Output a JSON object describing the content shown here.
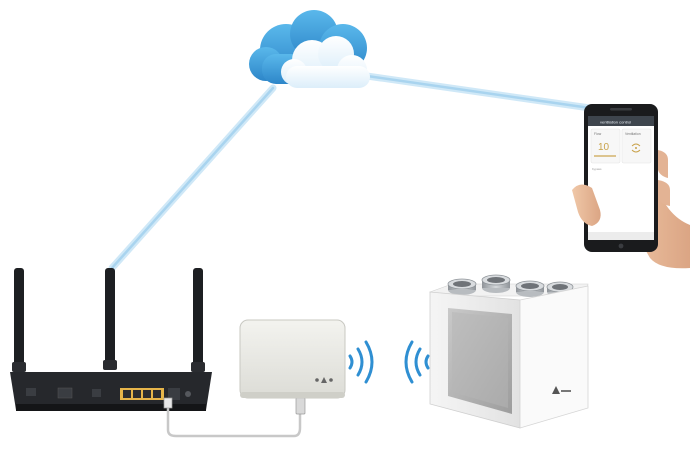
{
  "phone": {
    "app_title": "ventilation control",
    "card_left_label": "Flow",
    "card_left_value": "10",
    "card_right_label": "Ventilation",
    "status_line": "bypass"
  },
  "colors": {
    "connection_line": "#b7dcf1",
    "cloud_light": "#e8f4fc",
    "cloud_blue": "#4fa7df",
    "wifi_blue": "#2f8fd2",
    "phone_accent": "#c9a24a"
  },
  "icons": {
    "cloud": "cloud-icon",
    "router": "router-icon",
    "gateway": "wifi-gateway-icon",
    "ventilation": "ventilation-unit-icon",
    "phone": "smartphone-icon",
    "wifi": "wifi-signal-icon"
  }
}
